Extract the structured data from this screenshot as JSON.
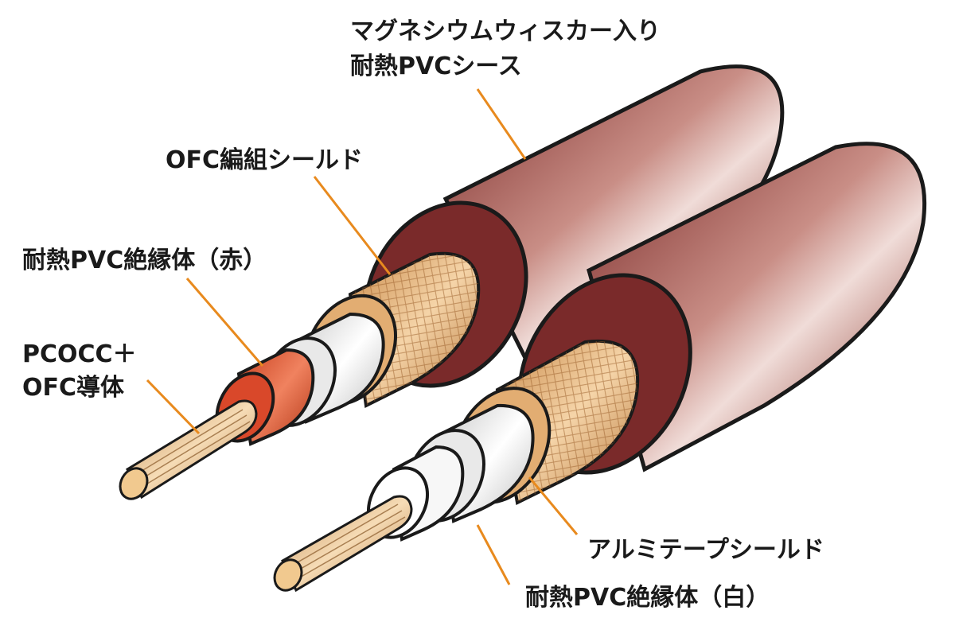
{
  "labels": {
    "sheath_line1": "マグネシウムウィスカー入り",
    "sheath_line2": "耐熱PVCシース",
    "ofc_braid_shield": "OFC編組シールド",
    "insulator_red": "耐熱PVC絶縁体（赤）",
    "conductor_line1": "PCOCC＋",
    "conductor_line2": "OFC導体",
    "aluminum_tape_shield": "アルミテープシールド",
    "insulator_white": "耐熱PVC絶縁体（白）"
  },
  "colors": {
    "sheath": "#8a3a36",
    "sheath_highlight": "#e8cfcb",
    "sheath_face": "#7a2a2a",
    "braid": "#e6b57e",
    "insulator_red": "#e0522f",
    "insulator_white": "#f3f3f3",
    "tape": "#dedede",
    "conductor": "#e8c08e",
    "leader_line": "#e88a1e"
  }
}
